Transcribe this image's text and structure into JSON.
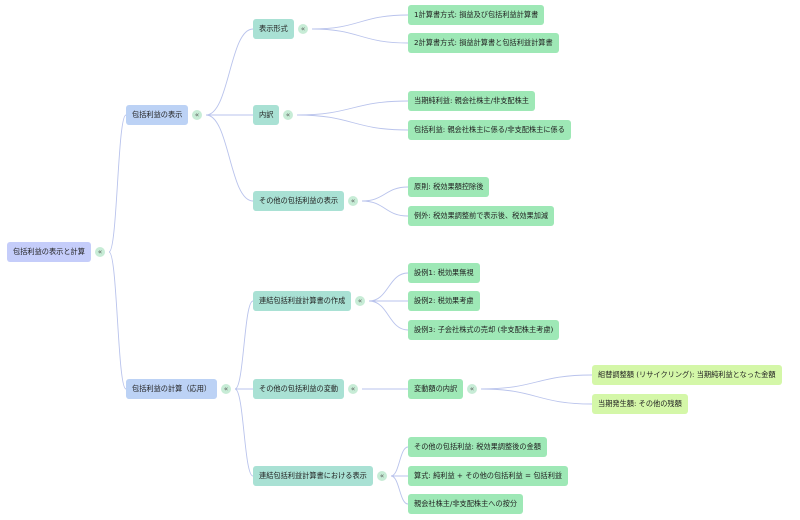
{
  "mindmap": {
    "root": {
      "label": "包括利益の表示と計算",
      "children": [
        {
          "label": "包括利益の表示",
          "children": [
            {
              "label": "表示形式",
              "children": [
                {
                  "label": "1計算書方式: 損益及び包括利益計算書"
                },
                {
                  "label": "2計算書方式: 損益計算書と包括利益計算書"
                }
              ]
            },
            {
              "label": "内訳",
              "children": [
                {
                  "label": "当期純利益: 親会社株主/非支配株主"
                },
                {
                  "label": "包括利益: 親会社株主に係る/非支配株主に係る"
                }
              ]
            },
            {
              "label": "その他の包括利益の表示",
              "children": [
                {
                  "label": "原則: 税効果額控除後"
                },
                {
                  "label": "例外: 税効果調整前で表示後、税効果加減"
                }
              ]
            }
          ]
        },
        {
          "label": "包括利益の計算（応用）",
          "children": [
            {
              "label": "連結包括利益計算書の作成",
              "children": [
                {
                  "label": "設例1: 税効果無視"
                },
                {
                  "label": "設例2: 税効果考慮"
                },
                {
                  "label": "設例3: 子会社株式の売却 (非支配株主考慮)"
                }
              ]
            },
            {
              "label": "その他の包括利益の変動",
              "children": [
                {
                  "label": "変動額の内訳",
                  "children": [
                    {
                      "label": "組替調整額 (リサイクリング): 当期純利益となった金額"
                    },
                    {
                      "label": "当期発生額: その他の残額"
                    }
                  ]
                }
              ]
            },
            {
              "label": "連結包括利益計算書における表示",
              "children": [
                {
                  "label": "その他の包括利益: 税効果調整後の金額"
                },
                {
                  "label": "算式: 純利益 + その他の包括利益 = 包括利益"
                },
                {
                  "label": "親会社株主/非支配株主への按分"
                }
              ]
            }
          ]
        }
      ]
    }
  },
  "colors": {
    "level0": "#c5cdfa",
    "level1": "#bcd2f5",
    "level2": "#a9e1d4",
    "level3": "#9ee8b6",
    "level4": "#d4f7a8",
    "link": "#b9c3ec",
    "toggle": "#c7ecd6"
  }
}
